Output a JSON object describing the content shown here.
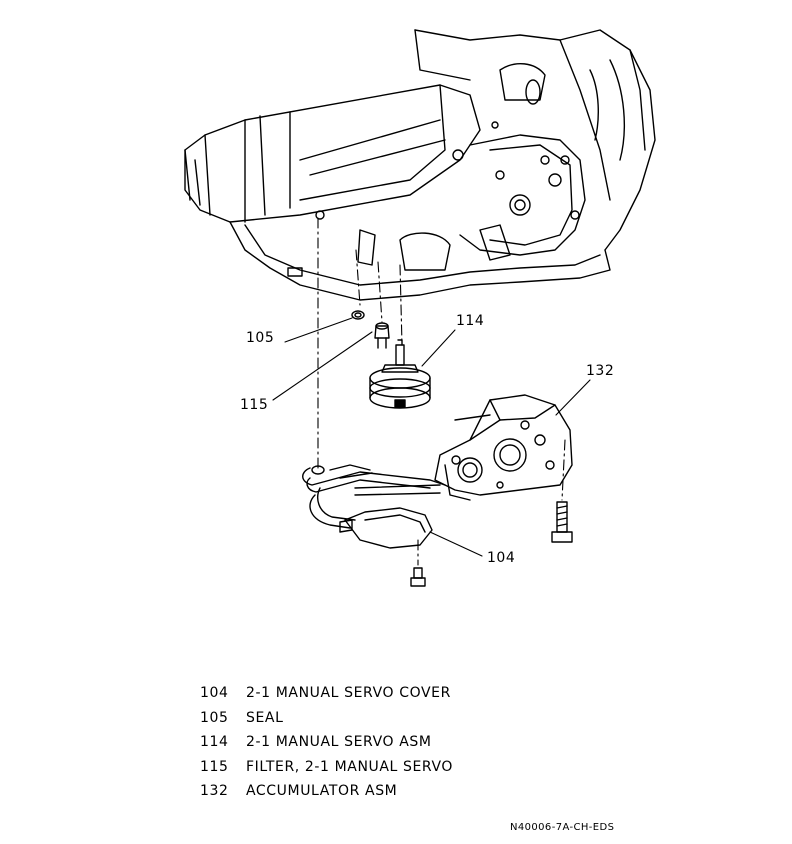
{
  "callouts": {
    "c104": "104",
    "c105": "105",
    "c114": "114",
    "c115": "115",
    "c132": "132"
  },
  "legend": [
    {
      "num": "104",
      "desc": "2-1 MANUAL SERVO COVER"
    },
    {
      "num": "105",
      "desc": "SEAL"
    },
    {
      "num": "114",
      "desc": "2-1 MANUAL SERVO ASM"
    },
    {
      "num": "115",
      "desc": "FILTER, 2-1 MANUAL SERVO"
    },
    {
      "num": "132",
      "desc": "ACCUMULATOR ASM"
    }
  ],
  "figure_id": "N40006-7A-CH-EDS"
}
